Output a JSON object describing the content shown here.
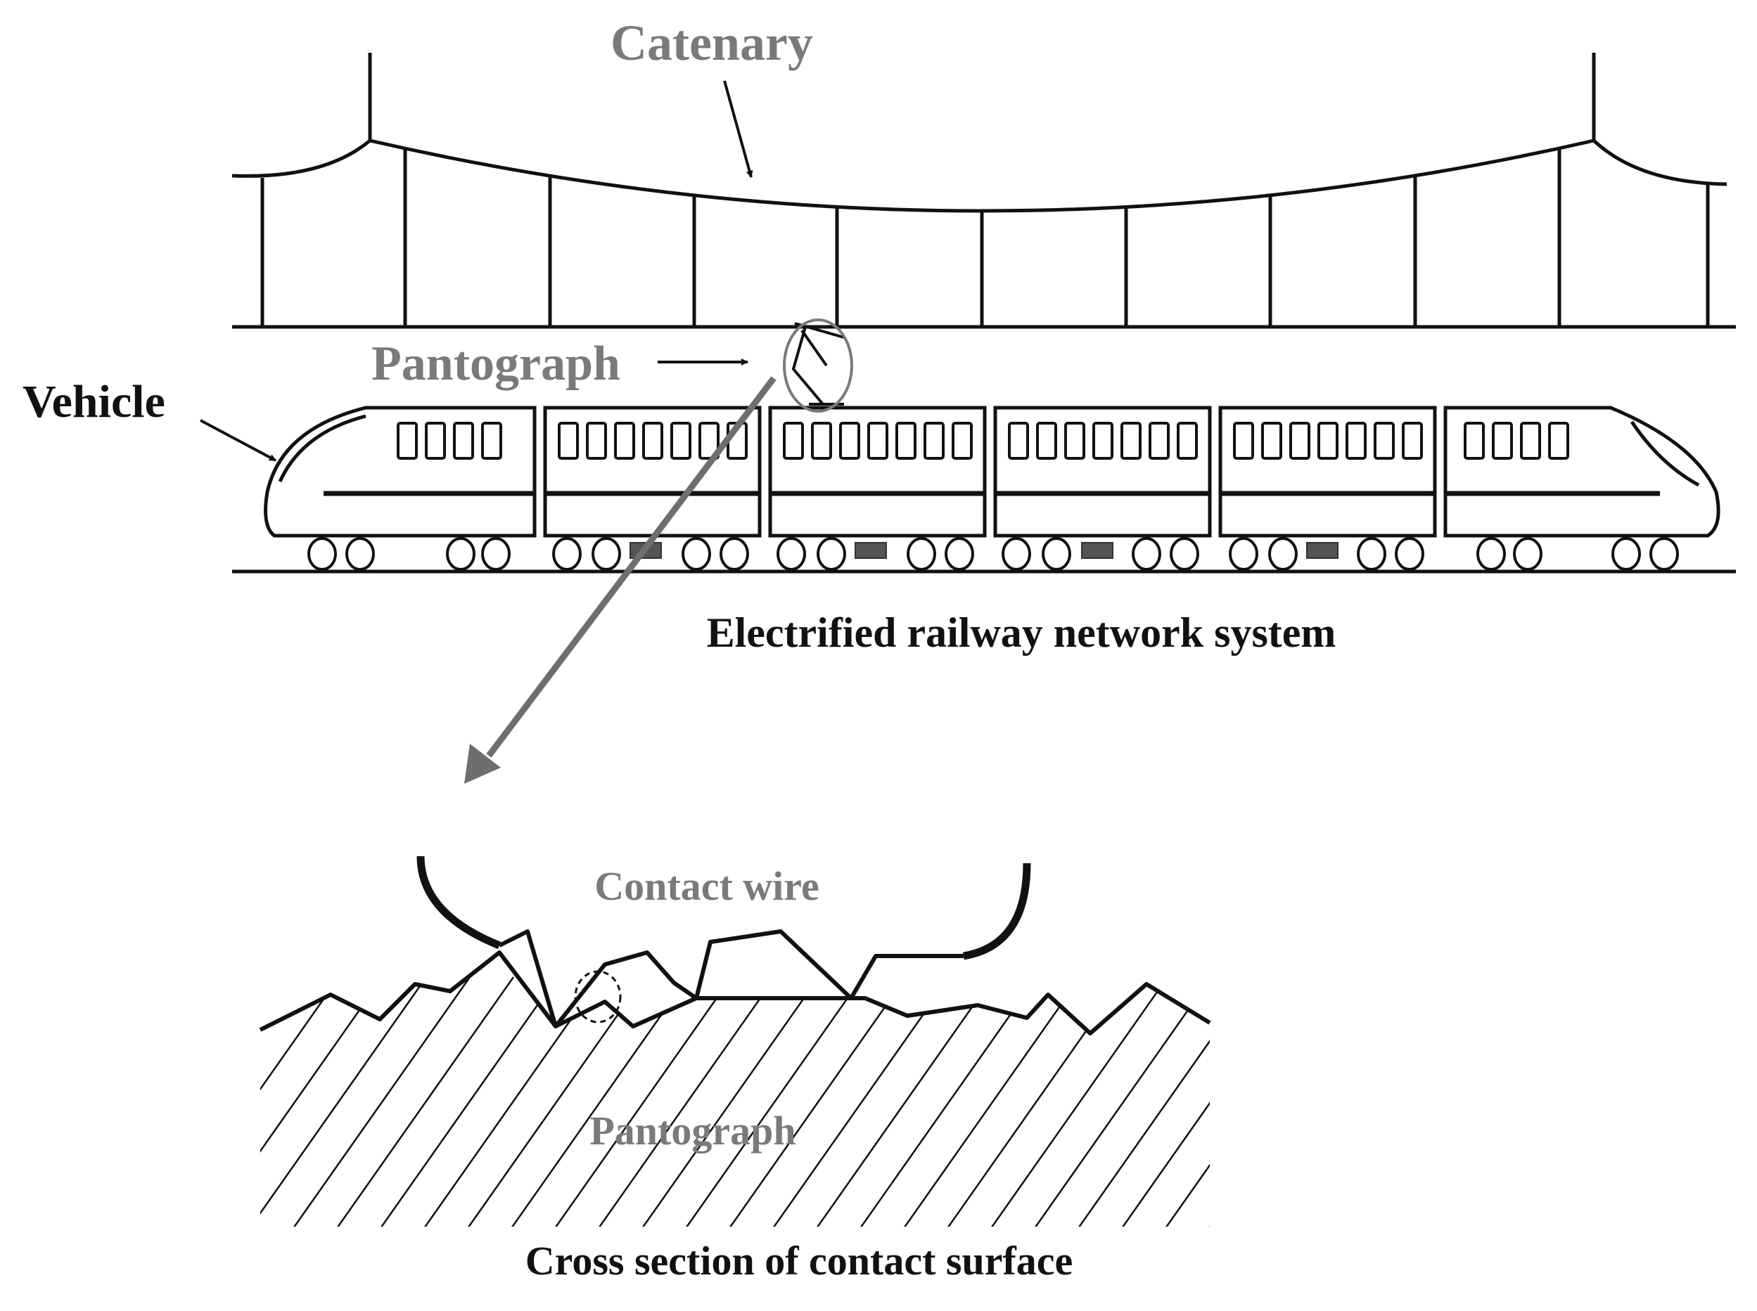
{
  "labels": {
    "catenary": "Catenary",
    "pantograph_top": "Pantograph",
    "vehicle": "Vehicle",
    "system_caption": "Electrified railway network system",
    "contact_wire": "Contact wire",
    "pantograph_bottom": "Pantograph",
    "cross_section_caption": "Cross section of contact surface"
  },
  "colors": {
    "line": "#111111",
    "gray_label": "#7a7a7a",
    "gray_arrow": "#6e6e6e",
    "block": "#555555"
  }
}
